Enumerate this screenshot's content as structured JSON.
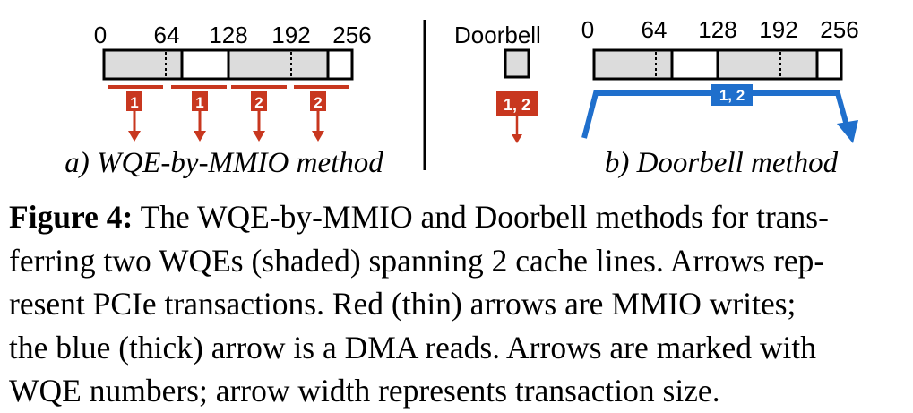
{
  "panel_a": {
    "ticks": [
      "0",
      "64",
      "128",
      "192",
      "256"
    ],
    "arrow_labels": [
      "1",
      "1",
      "2",
      "2"
    ],
    "label": "a) WQE-by-MMIO method"
  },
  "panel_b": {
    "doorbell_label": "Doorbell",
    "ticks": [
      "0",
      "64",
      "128",
      "192",
      "256"
    ],
    "doorbell_arrow_label": "1, 2",
    "dma_arrow_label": "1, 2",
    "label": "b) Doorbell method"
  },
  "colors": {
    "mmio_red": "#c8371f",
    "dma_blue": "#1f6fcc",
    "shaded": "#dcdcdc"
  },
  "caption": {
    "figure_label": "Figure 4:",
    "lines": [
      "The WQE-by-MMIO and Doorbell methods for trans-",
      "ferring two WQEs (shaded) spanning 2 cache lines. Arrows rep-",
      "resent PCIe transactions. Red (thin) arrows are MMIO writes;",
      "the blue (thick) arrow is a DMA reads. Arrows are marked with",
      "WQE numbers; arrow width represents transaction size."
    ]
  }
}
